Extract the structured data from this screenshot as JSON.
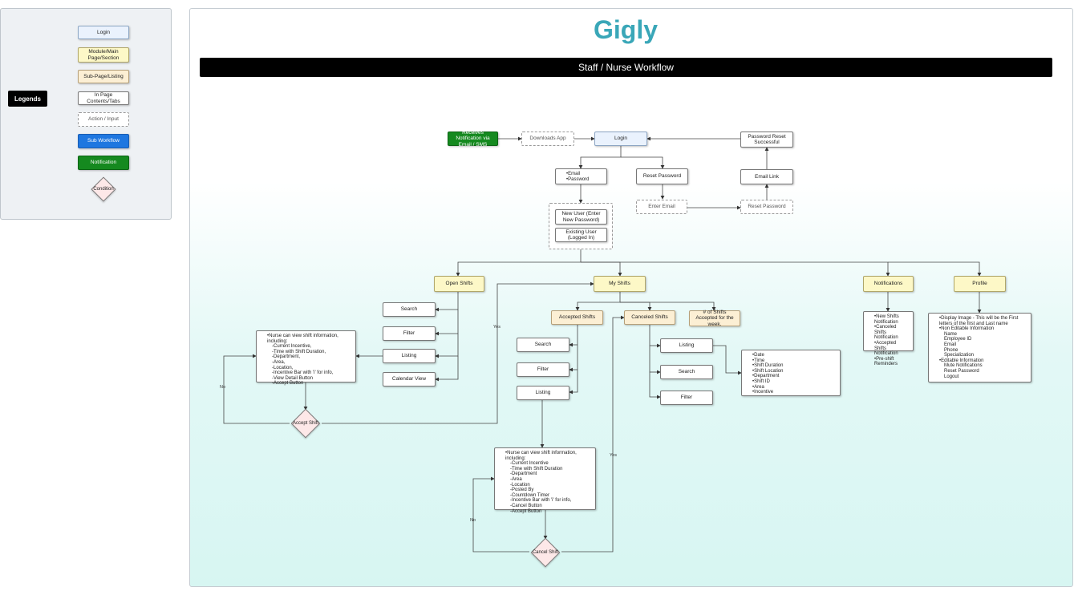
{
  "brand": {
    "logo_text": "Gigly",
    "logo_color": "#3aa7b8"
  },
  "title": "Staff / Nurse Workflow",
  "legend": {
    "tag": "Legends",
    "items": [
      "Login",
      "Module/Main Page/Section",
      "Sub-Page/Listing",
      "In Page Contents/Tabs",
      "Action / Input",
      "Sub Workflow",
      "Notification",
      "Condition"
    ]
  },
  "nodes": {
    "receive_notification": "Receives Notification via Email / SMS",
    "downloads_app": "Downloads App",
    "login": "Login",
    "password_reset_successful": "Password Reset Successful",
    "email_password": [
      "Email",
      "Password"
    ],
    "reset_password": "Reset Password",
    "email_link": "Email Link",
    "enter_email": "Enter Email",
    "reset_password_action": "Reset Password",
    "new_user": "New User (Enter New Password)",
    "existing_user": "Existing User (Logged In)",
    "open_shifts": "Open Shifts",
    "my_shifts": "My Shifts",
    "notifications": "Notifications",
    "profile": "Profile",
    "open_search": "Search",
    "open_filter": "Filter",
    "open_listing": "Listing",
    "calendar_view": "Calendar View",
    "accepted_shifts": "Accepted Shifts",
    "canceled_shifts": "Canceled Shifts",
    "shifts_accepted_week": "# of Shifts Accepted for the week.",
    "acc_search": "Search",
    "acc_filter": "Filter",
    "acc_listing": "Listing",
    "can_listing": "Listing",
    "can_search": "Search",
    "can_filter": "Filter",
    "accept_shift": "Accept Shift",
    "cancel_shift": "Cancel Shift"
  },
  "open_shift_info": {
    "lead": "Nurse can view shift information, including:",
    "lines": [
      "-Current Incentive,",
      "-Time with Shift Duration,",
      "-Department,",
      "-Area,",
      "-Location,",
      "-Incentive Bar with 'i' for info,",
      "-View Detail Button",
      "-Accept Button"
    ]
  },
  "accepted_shift_info": {
    "lead": "Nurse can view shift information, including:",
    "lines": [
      "-Current Incentive",
      "-Time with Shift Duration",
      "-Department",
      "-Area",
      "-Location",
      "-Posted By",
      "-Countdown Timer",
      "-Incentive Bar with 'i' for info,",
      "-Cancel Button",
      "-Accept Button"
    ]
  },
  "canceled_listing_fields": [
    "Date",
    "Time",
    "Shift Duration",
    "Shift Location",
    "Department",
    "Shift ID",
    "Area",
    "Incentive"
  ],
  "notification_types": [
    "New Shifts Notification",
    "Canceled Shifts Notification",
    "Accepted Shifts Notification",
    "Pre-shift Reminders"
  ],
  "profile_info": {
    "display_image": "Display Image - This will be the First letters of the first and Last name",
    "non_editable_title": "Non Editable Information",
    "non_editable": [
      "Name",
      "Employee ID",
      "Email",
      "Phone",
      "Specialization"
    ],
    "editable_title": "Editable Information",
    "editable": [
      "Mute Notifications",
      "Reset Password",
      "Logout"
    ]
  },
  "edge_labels": {
    "yes": "Yes",
    "no": "No"
  },
  "colors": {
    "login": "#eaf2fd",
    "module": "#fdf8c7",
    "subpage": "#fcefd4",
    "subworkflow": "#1f77e0",
    "notification": "#15891f",
    "condition": "#fde8e8"
  }
}
